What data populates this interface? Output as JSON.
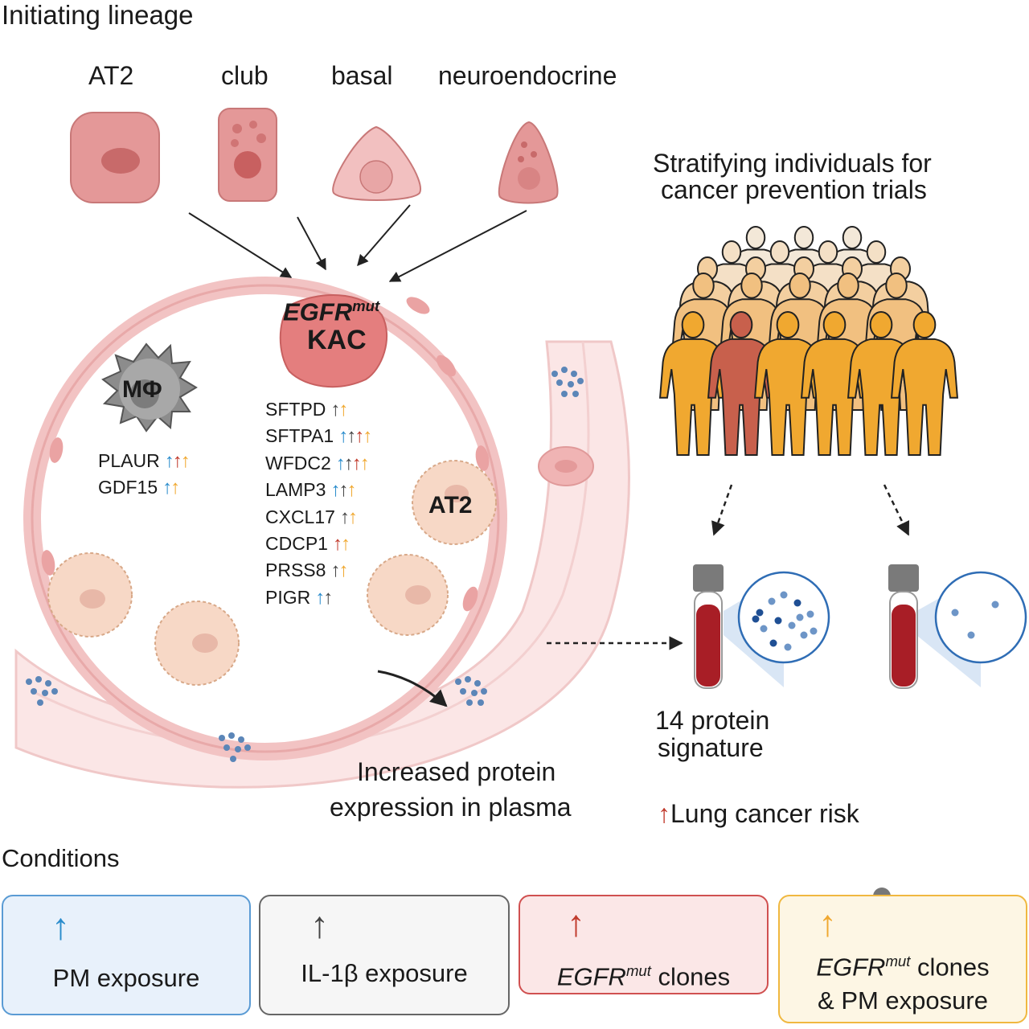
{
  "lineage": {
    "heading": "Initiating lineage",
    "cells": [
      "AT2",
      "club",
      "basal",
      "neuroendocrine"
    ]
  },
  "alveolus": {
    "kac_gene": "EGFR",
    "kac_sup": "mut",
    "kac_label": "KAC",
    "macrophage_label": "MΦ",
    "at2_label": "AT2"
  },
  "macrophage_markers": [
    {
      "name": "PLAUR",
      "arrows": [
        "blue",
        "red",
        "orange"
      ]
    },
    {
      "name": "GDF15",
      "arrows": [
        "blue",
        "orange"
      ]
    }
  ],
  "kac_markers": [
    {
      "name": "SFTPD",
      "arrows": [
        "gray",
        "orange"
      ]
    },
    {
      "name": "SFTPA1",
      "arrows": [
        "blue",
        "gray",
        "red",
        "orange"
      ]
    },
    {
      "name": "WFDC2",
      "arrows": [
        "blue",
        "gray",
        "red",
        "orange"
      ]
    },
    {
      "name": "LAMP3",
      "arrows": [
        "blue",
        "gray",
        "orange"
      ]
    },
    {
      "name": "CXCL17",
      "arrows": [
        "gray",
        "orange"
      ]
    },
    {
      "name": "CDCP1",
      "arrows": [
        "red",
        "orange"
      ]
    },
    {
      "name": "PRSS8",
      "arrows": [
        "gray",
        "orange"
      ]
    },
    {
      "name": "PIGR",
      "arrows": [
        "blue",
        "gray"
      ]
    }
  ],
  "plasma": {
    "line1": "Increased protein",
    "line2": "expression in plasma"
  },
  "stratify": {
    "line1": "Stratifying individuals for",
    "line2": "cancer prevention trials"
  },
  "signature": {
    "line1": "14 protein",
    "line2": "signature",
    "risk": "Lung cancer risk"
  },
  "conditions": {
    "heading": "Conditions",
    "items": [
      {
        "color": "blue",
        "label": "PM exposure"
      },
      {
        "color": "gray",
        "label": "IL-1β exposure"
      },
      {
        "color": "red",
        "label_gene": "EGFR",
        "label_sup": "mut",
        "label_rest": " clones"
      },
      {
        "color": "orange",
        "label_gene": "EGFR",
        "label_sup": "mut",
        "label_rest": " clones",
        "label_line2": "& PM exposure"
      }
    ]
  },
  "colors": {
    "blue": "#2a8ccc",
    "gray": "#444444",
    "red": "#c0392b",
    "orange": "#f0a830",
    "cell_pink": "#e49898",
    "vessel": "#f8dcdc"
  }
}
